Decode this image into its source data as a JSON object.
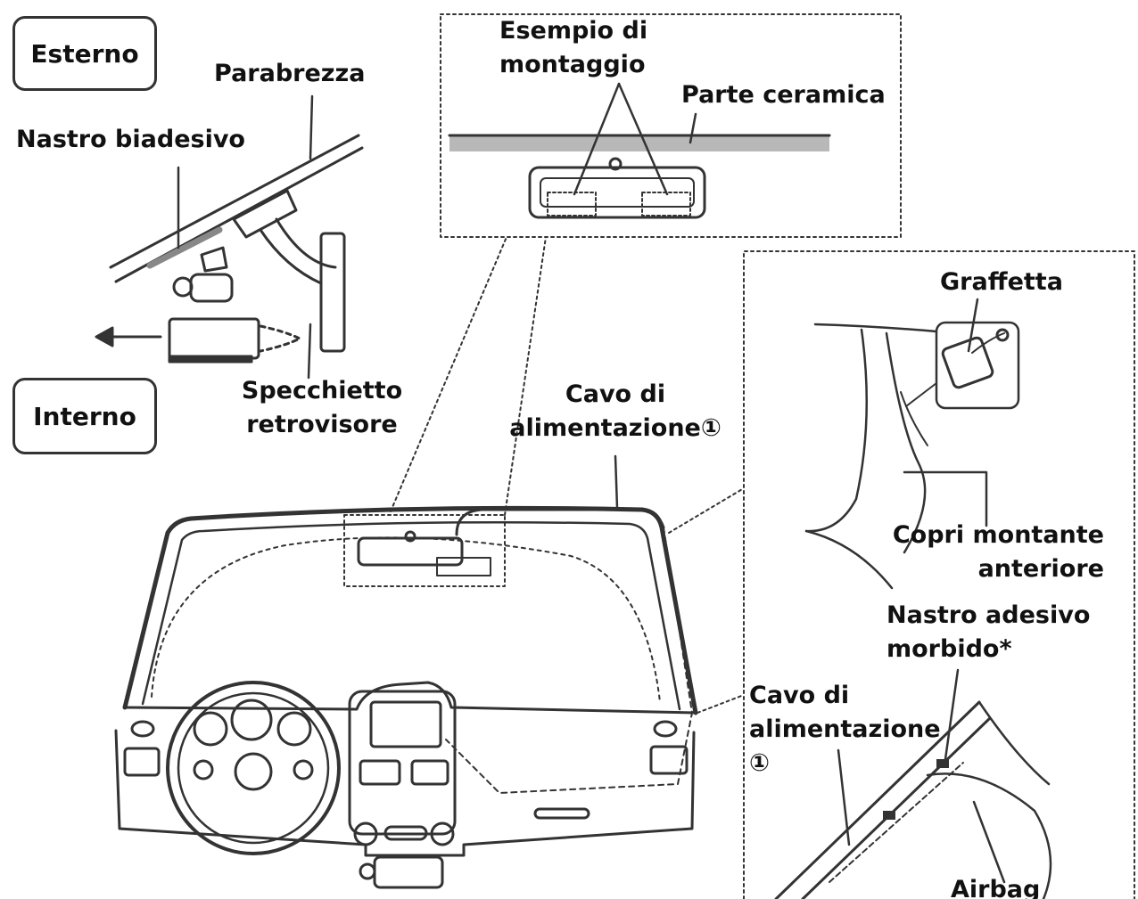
{
  "labels": {
    "esterno": "Esterno",
    "interno": "Interno",
    "parabrezza": "Parabrezza",
    "nastro_biadesivo": "Nastro biadesivo",
    "specchietto_1": "Specchietto",
    "specchietto_2": "retrovisore",
    "esempio_1": "Esempio di",
    "esempio_2": "montaggio",
    "parte_ceramica": "Parte ceramica",
    "cavo_top_1": "Cavo di",
    "cavo_top_2": "alimentazione①",
    "graffetta": "Graffetta",
    "copri_1": "Copri montante",
    "copri_2": "anteriore",
    "nastro_morbido_1": "Nastro adesivo",
    "nastro_morbido_2": "morbido*",
    "cavo_bottom_1": "Cavo di",
    "cavo_bottom_2": "alimentazione",
    "cavo_bottom_3": "①",
    "airbag": "Airbag"
  },
  "colors": {
    "line": "#333333",
    "ceramic": "#b8b8b8",
    "text": "#111111"
  }
}
